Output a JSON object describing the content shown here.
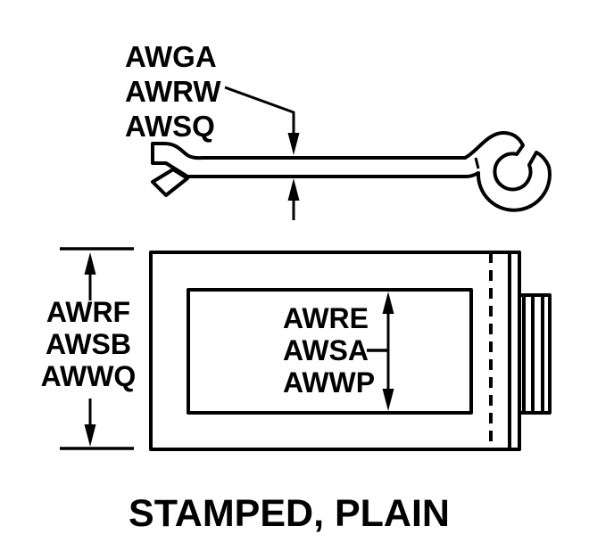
{
  "colors": {
    "ink": "#000000",
    "background": "#ffffff"
  },
  "diagram": {
    "caption": "STAMPED, PLAIN",
    "thickness_labels": [
      "AWGA",
      "AWRW",
      "AWSQ"
    ],
    "height_labels": [
      "AWRF",
      "AWSB",
      "AWWQ"
    ],
    "panel_labels": [
      "AWRE",
      "AWSA",
      "AWWP"
    ]
  }
}
